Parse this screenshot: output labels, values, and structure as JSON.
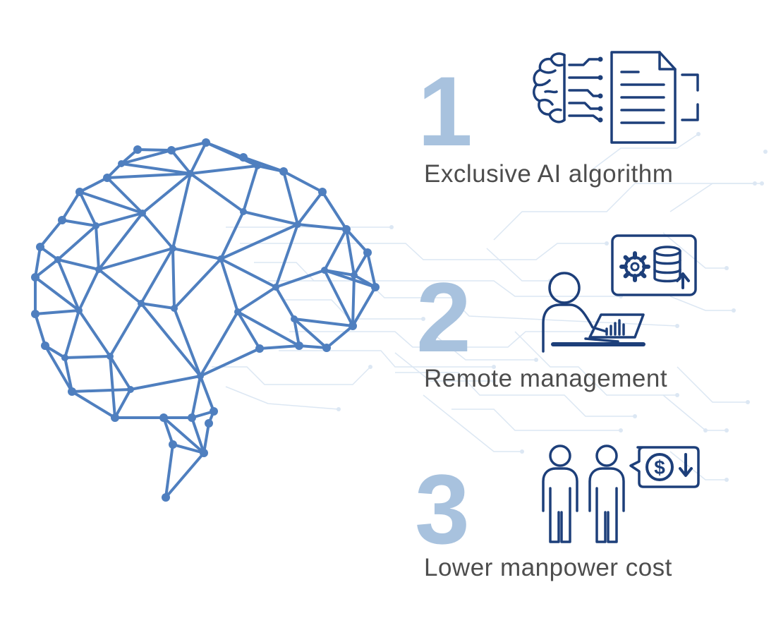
{
  "colors": {
    "brain": "#4f7fbf",
    "number": "#a8c2de",
    "icon": "#1d3f7a",
    "circuit": "#dce7f3",
    "label": "#4d4d4d"
  },
  "features": [
    {
      "number": "1",
      "label": "Exclusive AI algorithm",
      "icon": "ai-document-icon"
    },
    {
      "number": "2",
      "label": "Remote management",
      "icon": "remote-management-icon"
    },
    {
      "number": "3",
      "label": "Lower manpower cost",
      "icon": "cost-reduction-icon"
    }
  ]
}
